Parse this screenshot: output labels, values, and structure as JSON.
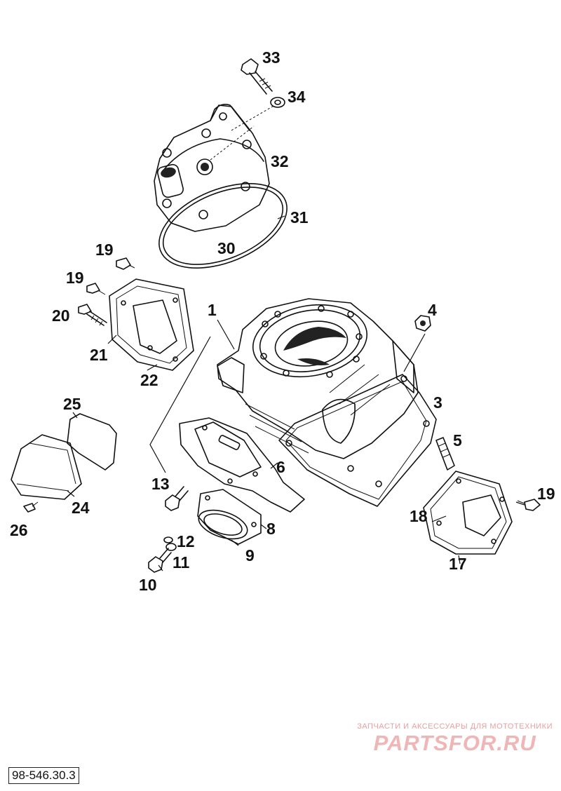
{
  "callouts": {
    "c1": "1",
    "c3": "3",
    "c4": "4",
    "c5": "5",
    "c6": "6",
    "c8": "8",
    "c9": "9",
    "c10": "10",
    "c11": "11",
    "c12": "12",
    "c13": "13",
    "c17": "17",
    "c18": "18",
    "c19a": "19",
    "c19b": "19",
    "c19c": "19",
    "c20": "20",
    "c21": "21",
    "c22": "22",
    "c24": "24",
    "c25": "25",
    "c26": "26",
    "c30": "30",
    "c31": "31",
    "c32": "32",
    "c33": "33",
    "c34": "34"
  },
  "watermark": {
    "caption": "ЗАПЧАСТИ И АКСЕССУАРЫ ДЛЯ МОТОТЕХНИКИ",
    "logo": "PARTSFOR.RU"
  },
  "drawing_number": "98-546.30.3"
}
